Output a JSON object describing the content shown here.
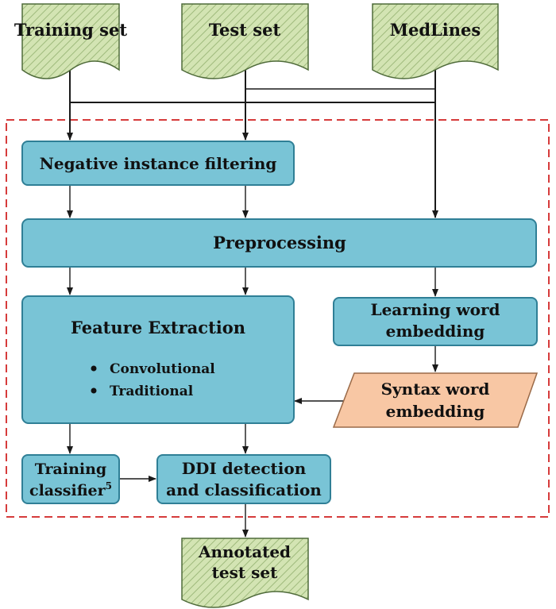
{
  "nodes": {
    "training_set": "Training set",
    "test_set": "Test set",
    "medlines": "MedLines",
    "negative_filtering": "Negative instance filtering",
    "preprocessing": "Preprocessing",
    "feature_extraction": {
      "title": "Feature Extraction",
      "bullets": [
        "Convolutional",
        "Traditional"
      ]
    },
    "learning_embedding": [
      "Learning word",
      "embedding"
    ],
    "syntax_embedding": [
      "Syntax word",
      "embedding"
    ],
    "training_classifier": {
      "line1": "Training",
      "line2": "classifier",
      "superscript": "5"
    },
    "ddi_detection": [
      "DDI detection",
      "and classification"
    ],
    "annotated": [
      "Annotated",
      "test set"
    ]
  },
  "colors": {
    "process_fill": "#79c4d6",
    "document_fill": "#cfe0ad",
    "output_fill": "#f8c7a4",
    "boundary": "#d63b3b"
  }
}
